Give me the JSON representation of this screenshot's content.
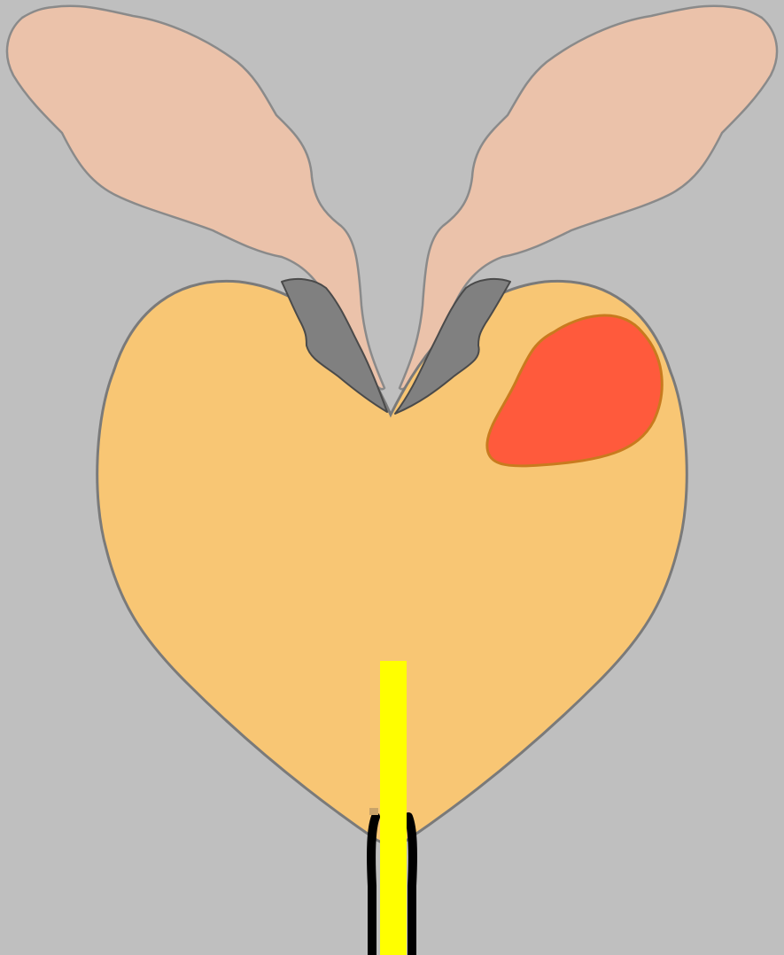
{
  "diagram": {
    "colors": {
      "background": "#bfbfbf",
      "seminal_vesicle_fill": "#ebc2aa",
      "seminal_vesicle_stroke": "#8a8a8a",
      "prostate_fill": "#f8c674",
      "prostate_stroke": "#7a7a7a",
      "ejaculatory_duct_fill": "#808080",
      "ejaculatory_duct_stroke": "#4a4a4a",
      "lesion_fill": "#ff5a3c",
      "lesion_stroke": "#c97a1e",
      "urethra_fill": "#ffff00",
      "catheter_stroke": "#000000"
    },
    "structures": [
      "seminal-vesicle-left",
      "seminal-vesicle-right",
      "prostate",
      "ejaculatory-duct-left",
      "ejaculatory-duct-right",
      "lesion",
      "urethra",
      "urethral-sheath"
    ]
  }
}
